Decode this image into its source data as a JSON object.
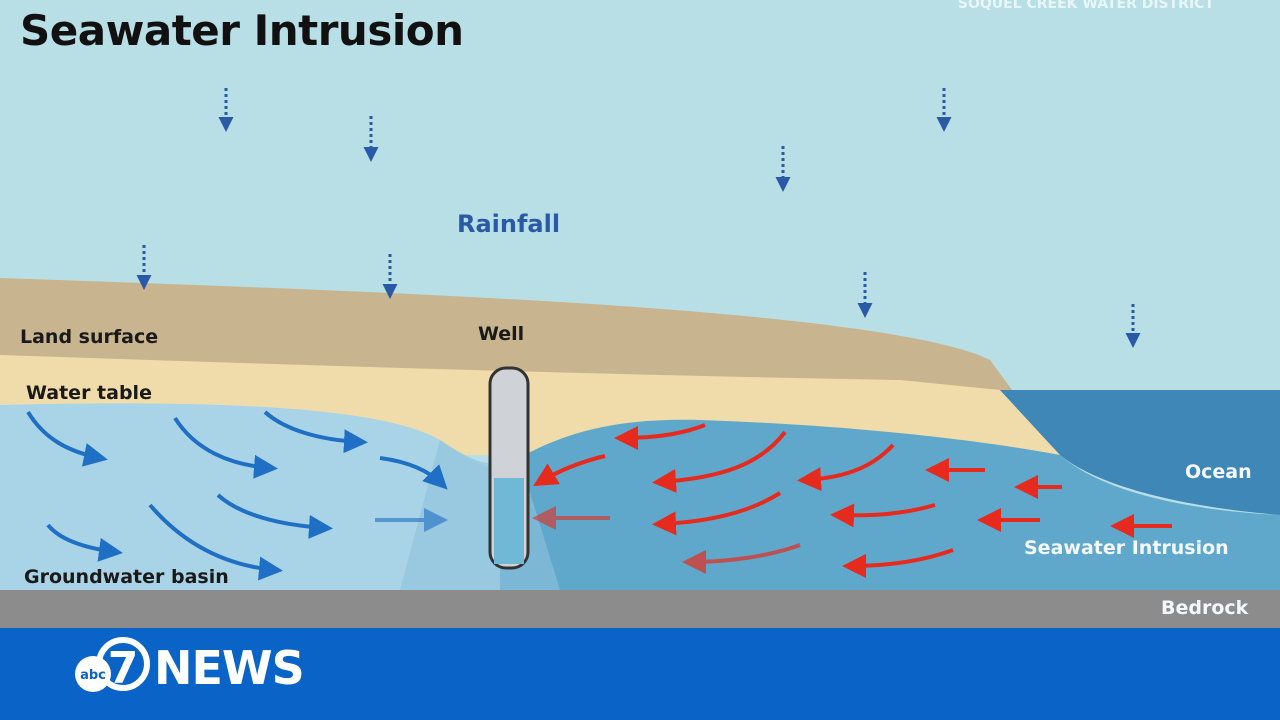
{
  "title": "Seawater Intrusion",
  "credit": "SOQUEL CREEK WATER DISTRICT",
  "labels": {
    "rainfall": "Rainfall",
    "land_surface": "Land surface",
    "water_table": "Water table",
    "well": "Well",
    "groundwater_basin": "Groundwater basin",
    "ocean": "Ocean",
    "seawater_intrusion": "Seawater Intrusion",
    "bedrock": "Bedrock"
  },
  "branding": {
    "network": "abc",
    "channel": "7",
    "news": "NEWS"
  },
  "colors": {
    "sky": "#b8dfe6",
    "land": "#c8b48e",
    "sand": "#f0dcaa",
    "groundwater": "#a9d3e6",
    "seawater": "#5fa8cc",
    "ocean": "#3f87b6",
    "bedrock": "#8c8c8c",
    "brand_bar": "#0a63c6",
    "fresh_arrow": "#1f6fc4",
    "salt_arrow": "#e62b1e"
  }
}
